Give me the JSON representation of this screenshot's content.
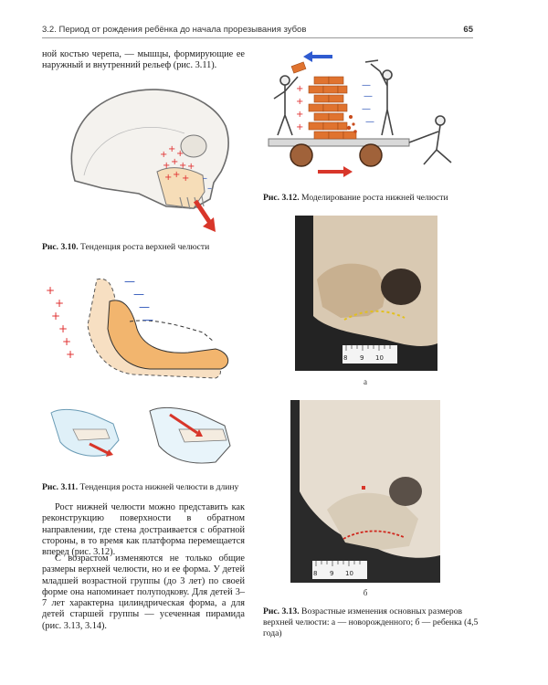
{
  "header": {
    "section": "3.2. Период от рождения ребёнка до начала прорезывания зубов",
    "page_number": "65"
  },
  "top_paragraph": "ной костью черепа, — мышцы, формирующие ее наружный и внутренний рельеф (рис. 3.11).",
  "fig_3_10": {
    "label": "Рис. 3.10.",
    "caption": "Тенденция роста верхней челюсти",
    "plus_sign": "+",
    "minus_sign": "–"
  },
  "fig_3_11": {
    "label": "Рис. 3.11.",
    "caption": "Тенденция роста нижней челюсти в длину",
    "plus_sign": "+",
    "minus_sign": "—"
  },
  "fig_3_12": {
    "label": "Рис. 3.12.",
    "caption": "Моделирование роста нижней челюсти",
    "plus_sign": "+",
    "minus_sign": "—"
  },
  "fig_3_13": {
    "label": "Рис. 3.13.",
    "caption": "Возрастные изменения основных размеров верхней челюсти: а — новорожденного; б — ребенка (4,5 года)",
    "sublabel_a": "а",
    "sublabel_b": "б",
    "ruler_a": [
      "8",
      "9",
      "10"
    ],
    "ruler_b": [
      "8",
      "9",
      "10"
    ]
  },
  "paragraph_1": "Рост нижней челюсти можно представить как реконструкцию поверхности в обратном направлении, где стена достраивается с обратной стороны, в то время как платформа перемещается вперед (рис. 3.12).",
  "paragraph_2": "С возрастом изменяются не только общие размеры верхней челюсти, но и ее форма. У детей младшей возрастной группы (до 3 лет) по своей форме она напоминает полуподкову. Для детей 3–7 лет характерна цилиндрическая форма, а для детей старшей группы — усеченная пирамида (рис. 3.13, 3.14).",
  "colors": {
    "plus": "#e03030",
    "minus": "#2a52b8",
    "arrow_red": "#d8362a",
    "arrow_blue": "#2f5bd0",
    "bone": "#f3f1ec",
    "maxilla_orange": "#f2b56e",
    "brick": "#e0732f",
    "photo_bg": "#232323"
  }
}
